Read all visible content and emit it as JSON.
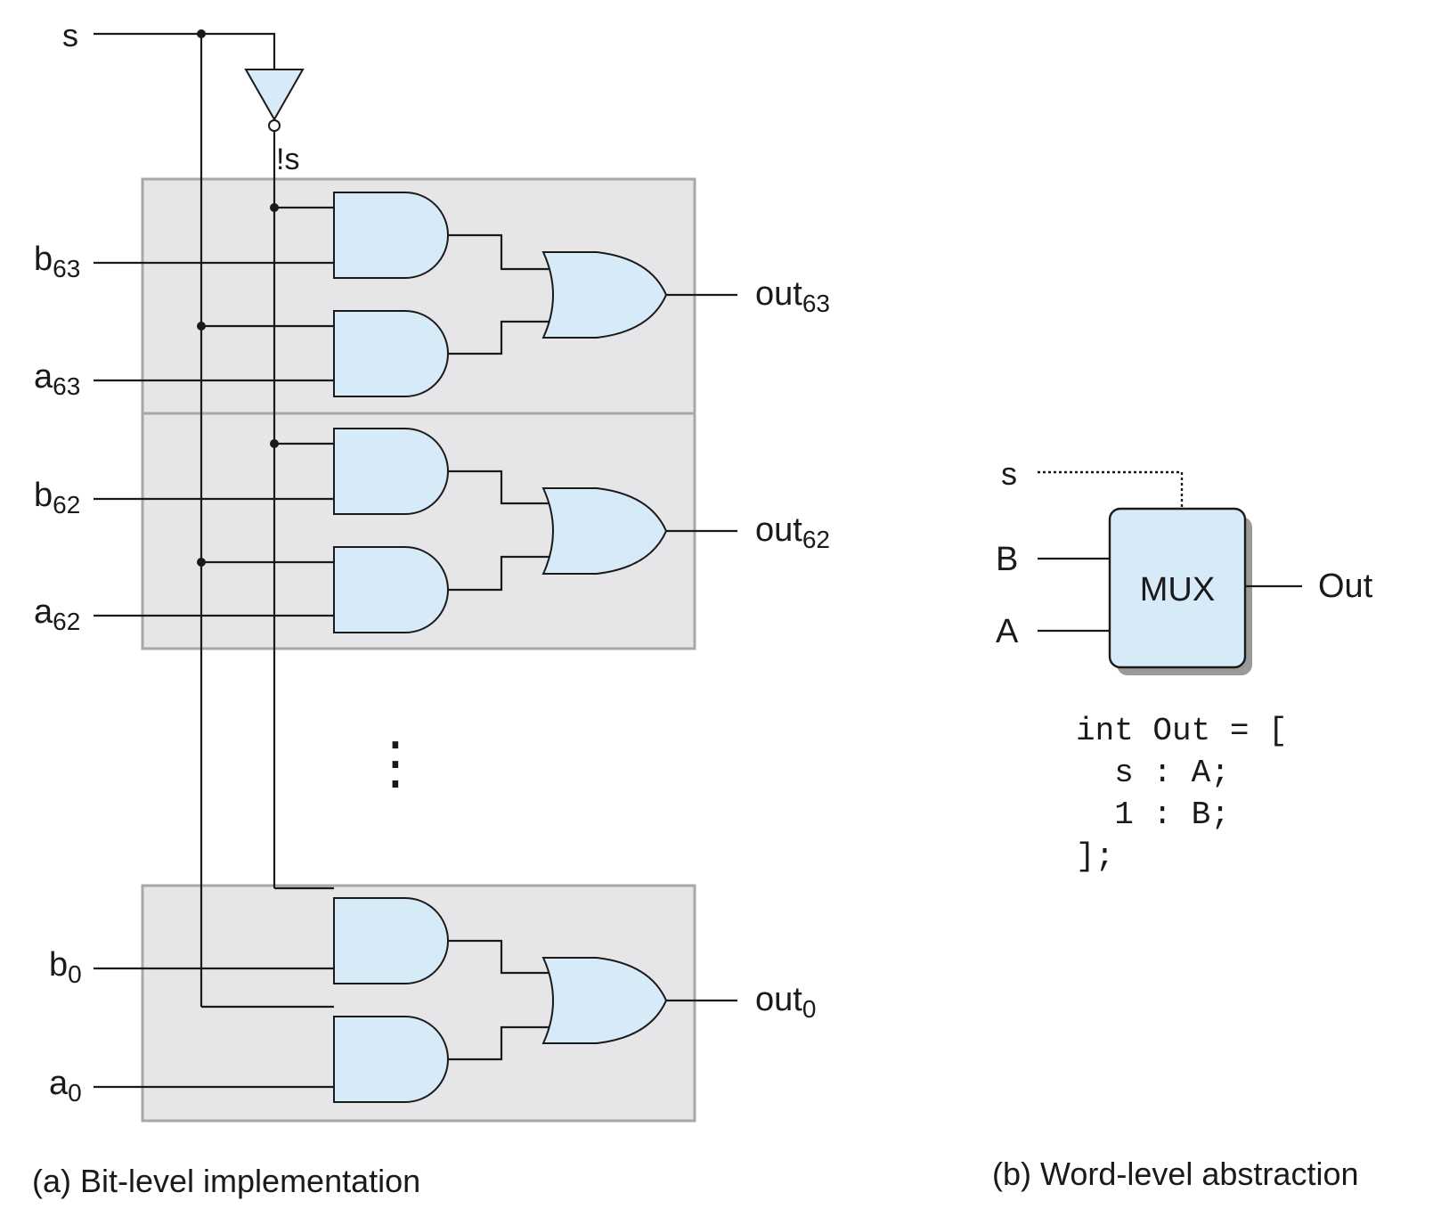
{
  "bit_level": {
    "caption": "(a) Bit-level implementation",
    "select_label": "s",
    "not_select_label": "!s",
    "ellipsis": "⋮",
    "slices": [
      {
        "b_base": "b",
        "b_sub": "63",
        "a_base": "a",
        "a_sub": "63",
        "out_base": "out",
        "out_sub": "63"
      },
      {
        "b_base": "b",
        "b_sub": "62",
        "a_base": "a",
        "a_sub": "62",
        "out_base": "out",
        "out_sub": "62"
      },
      {
        "b_base": "b",
        "b_sub": "0",
        "a_base": "a",
        "a_sub": "0",
        "out_base": "out",
        "out_sub": "0"
      }
    ]
  },
  "word_level": {
    "caption": "(b) Word-level abstraction",
    "select_label": "s",
    "input_b": "B",
    "input_a": "A",
    "output": "Out",
    "block_label": "MUX",
    "code_lines": [
      "int Out = [",
      "  s : A;",
      "  1 : B;",
      "];"
    ]
  },
  "colors": {
    "gate_fill": "#d6eaf8",
    "block_fill": "#e6e6e8",
    "block_border": "#a8a8a8",
    "wire": "#1a1a1a"
  }
}
